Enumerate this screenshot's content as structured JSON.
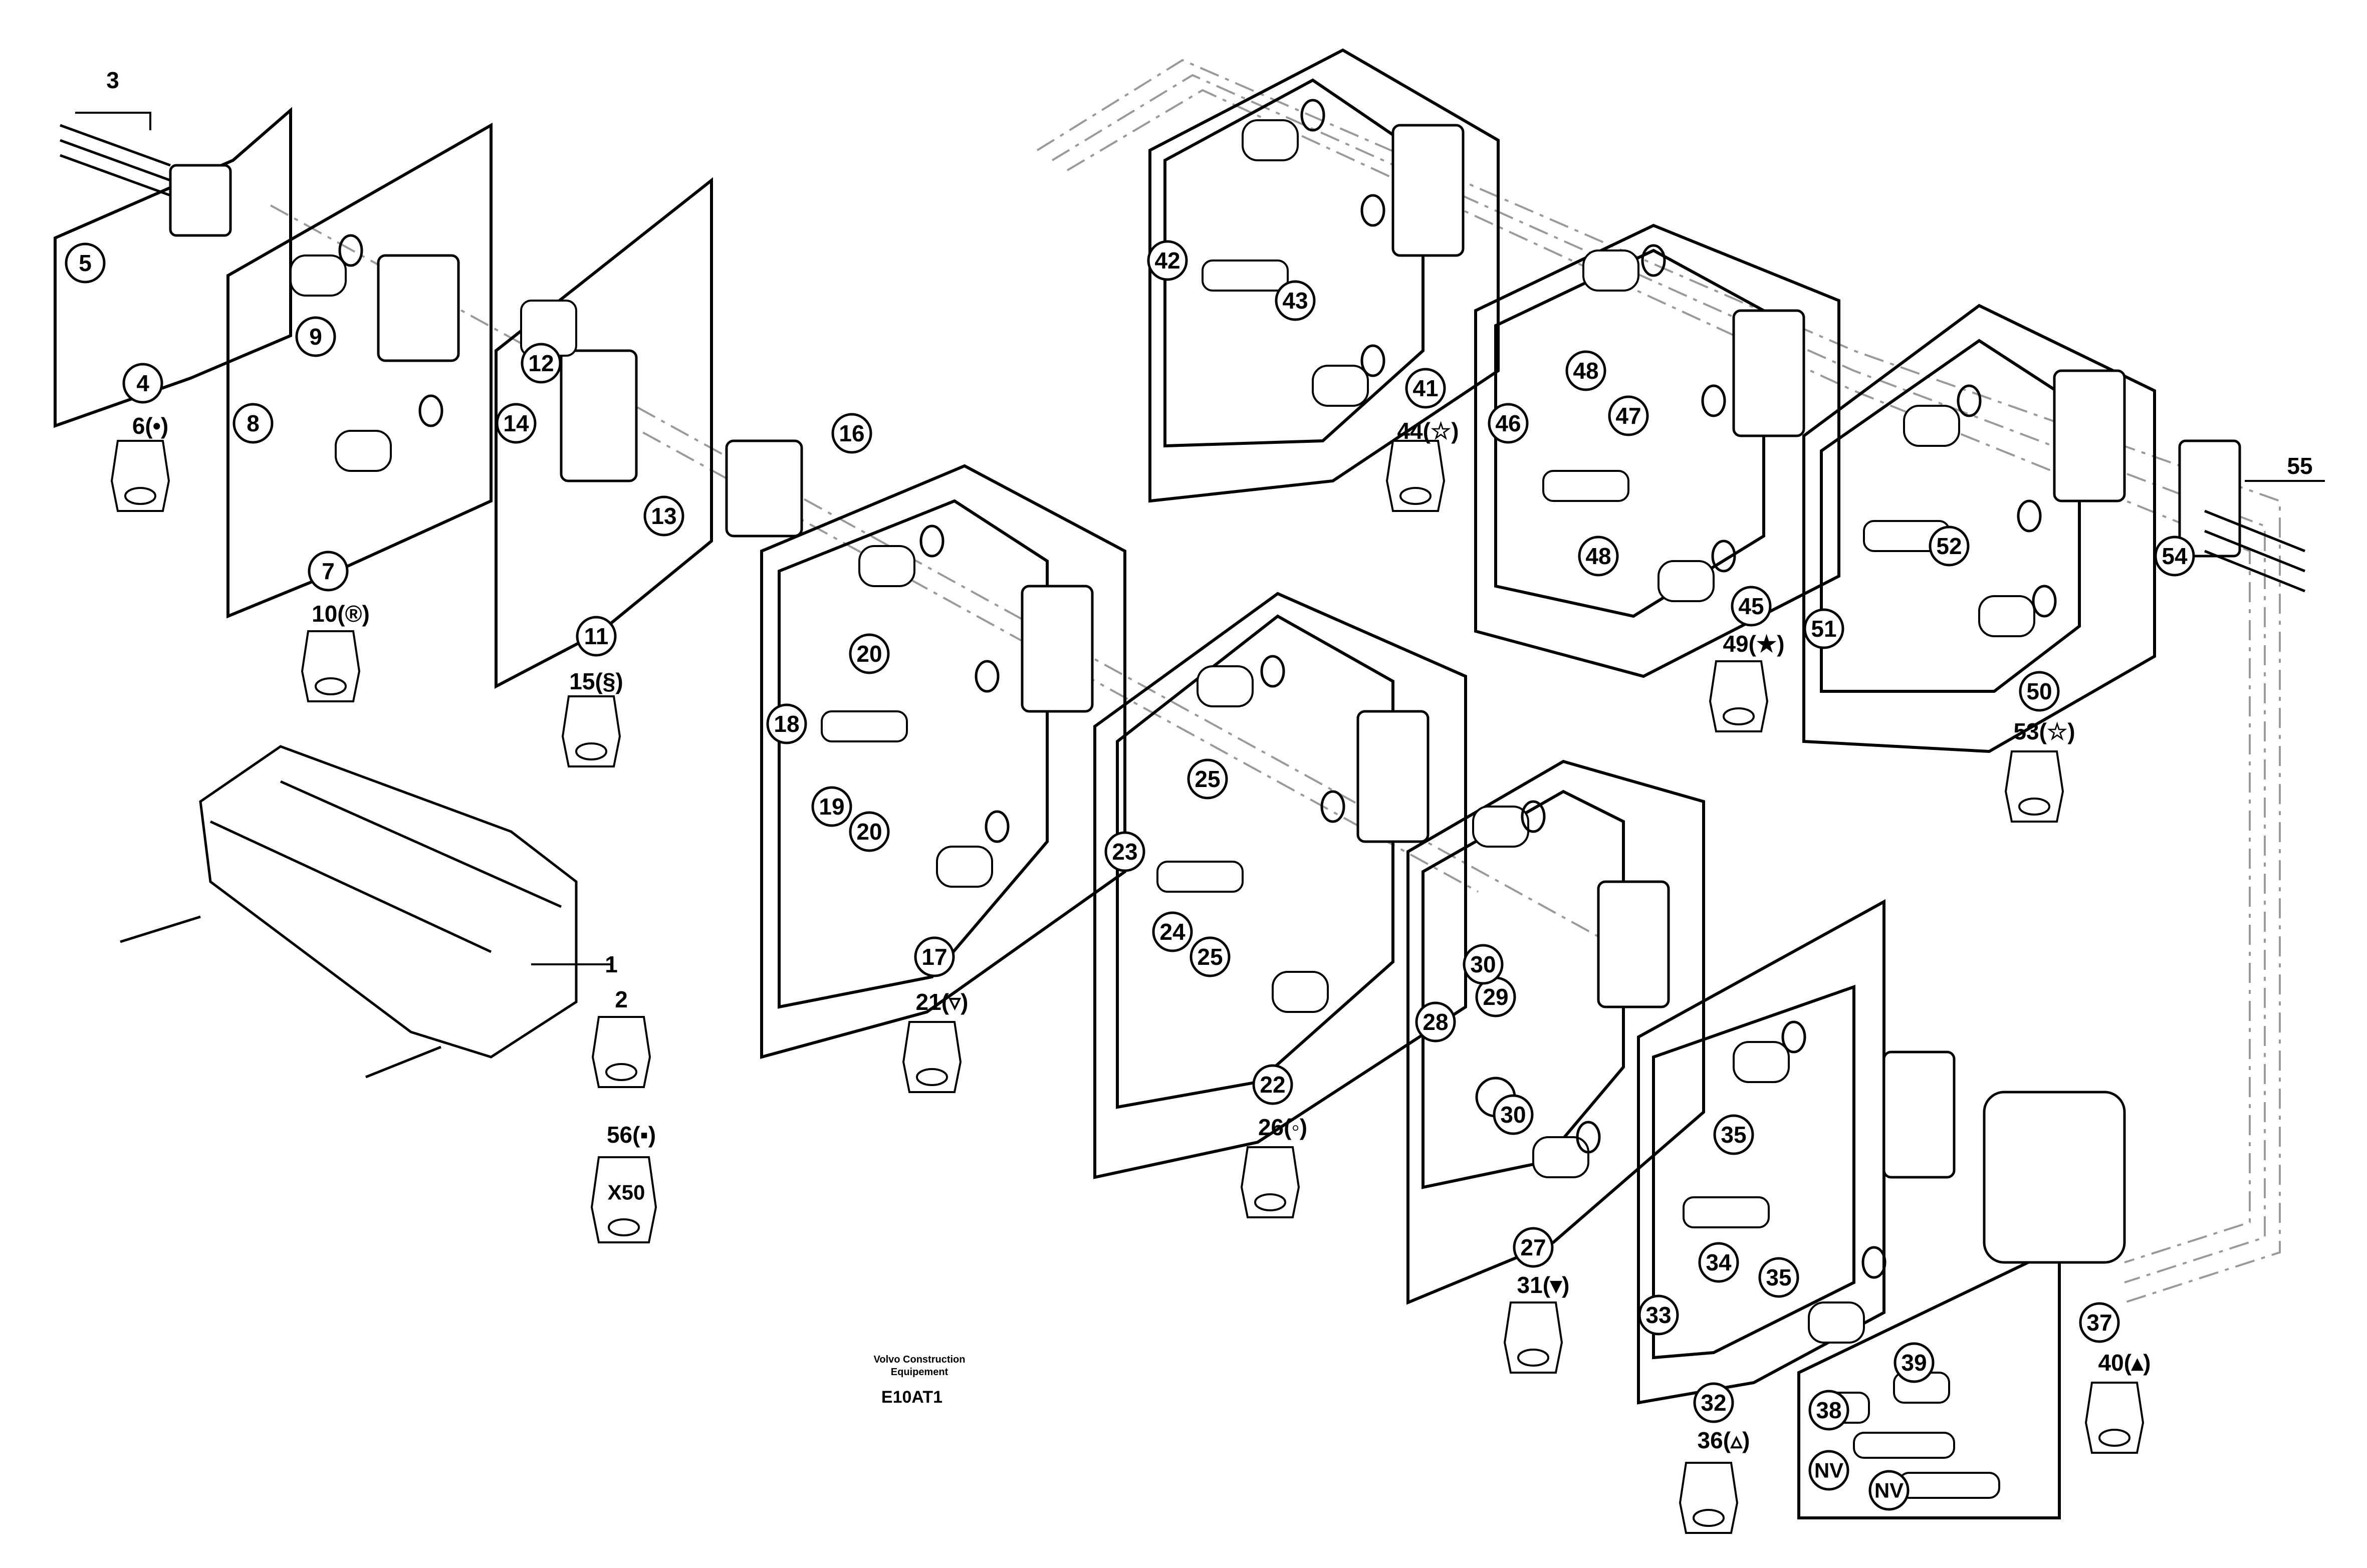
{
  "callouts": [
    "1",
    "2",
    "3",
    "4",
    "5",
    "7",
    "8",
    "9",
    "11",
    "12",
    "13",
    "14",
    "16",
    "17",
    "18",
    "19",
    "20",
    "20b",
    "22",
    "23",
    "24",
    "25",
    "25b",
    "27",
    "28",
    "29",
    "30",
    "30b",
    "32",
    "33",
    "34",
    "35",
    "35b",
    "37",
    "38",
    "39",
    "41",
    "42",
    "43",
    "45",
    "46",
    "47",
    "48",
    "48b",
    "50",
    "51",
    "52",
    "54",
    "55",
    "NV",
    "NVb"
  ],
  "labels": {
    "c1": "1",
    "c2": "2",
    "c3": "3",
    "c4": "4",
    "c5": "5",
    "c7": "7",
    "c8": "8",
    "c9": "9",
    "c11": "11",
    "c12": "12",
    "c13": "13",
    "c14": "14",
    "c16": "16",
    "c17": "17",
    "c18": "18",
    "c19": "19",
    "c20": "20",
    "c20b": "20",
    "c22": "22",
    "c23": "23",
    "c24": "24",
    "c25": "25",
    "c25b": "25",
    "c27": "27",
    "c28": "28",
    "c29": "29",
    "c30": "30",
    "c30b": "30",
    "c32": "32",
    "c33": "33",
    "c34": "34",
    "c35": "35",
    "c35b": "35",
    "c37": "37",
    "c38": "38",
    "c39": "39",
    "c41": "41",
    "c42": "42",
    "c43": "43",
    "c45": "45",
    "c46": "46",
    "c47": "47",
    "c48": "48",
    "c48b": "48",
    "c50": "50",
    "c51": "51",
    "c52": "52",
    "c54": "54",
    "c55": "55",
    "nv1": "NV",
    "nv2": "NV"
  },
  "kits": {
    "k6": "6(•)",
    "k10": "10(®)",
    "k15": "15(§)",
    "k21": "21(▿)",
    "k26": "26(◦)",
    "k31": "31(▾)",
    "k36": "36(▵)",
    "k40": "40(▴)",
    "k44": "44(☆)",
    "k49": "49(★)",
    "k53": "53(☆)",
    "k56": "56(▪)",
    "x50": "X50"
  },
  "footer": {
    "brand_line1": "Volvo Construction",
    "brand_line2": "Equipement",
    "code": "E10AT1"
  }
}
